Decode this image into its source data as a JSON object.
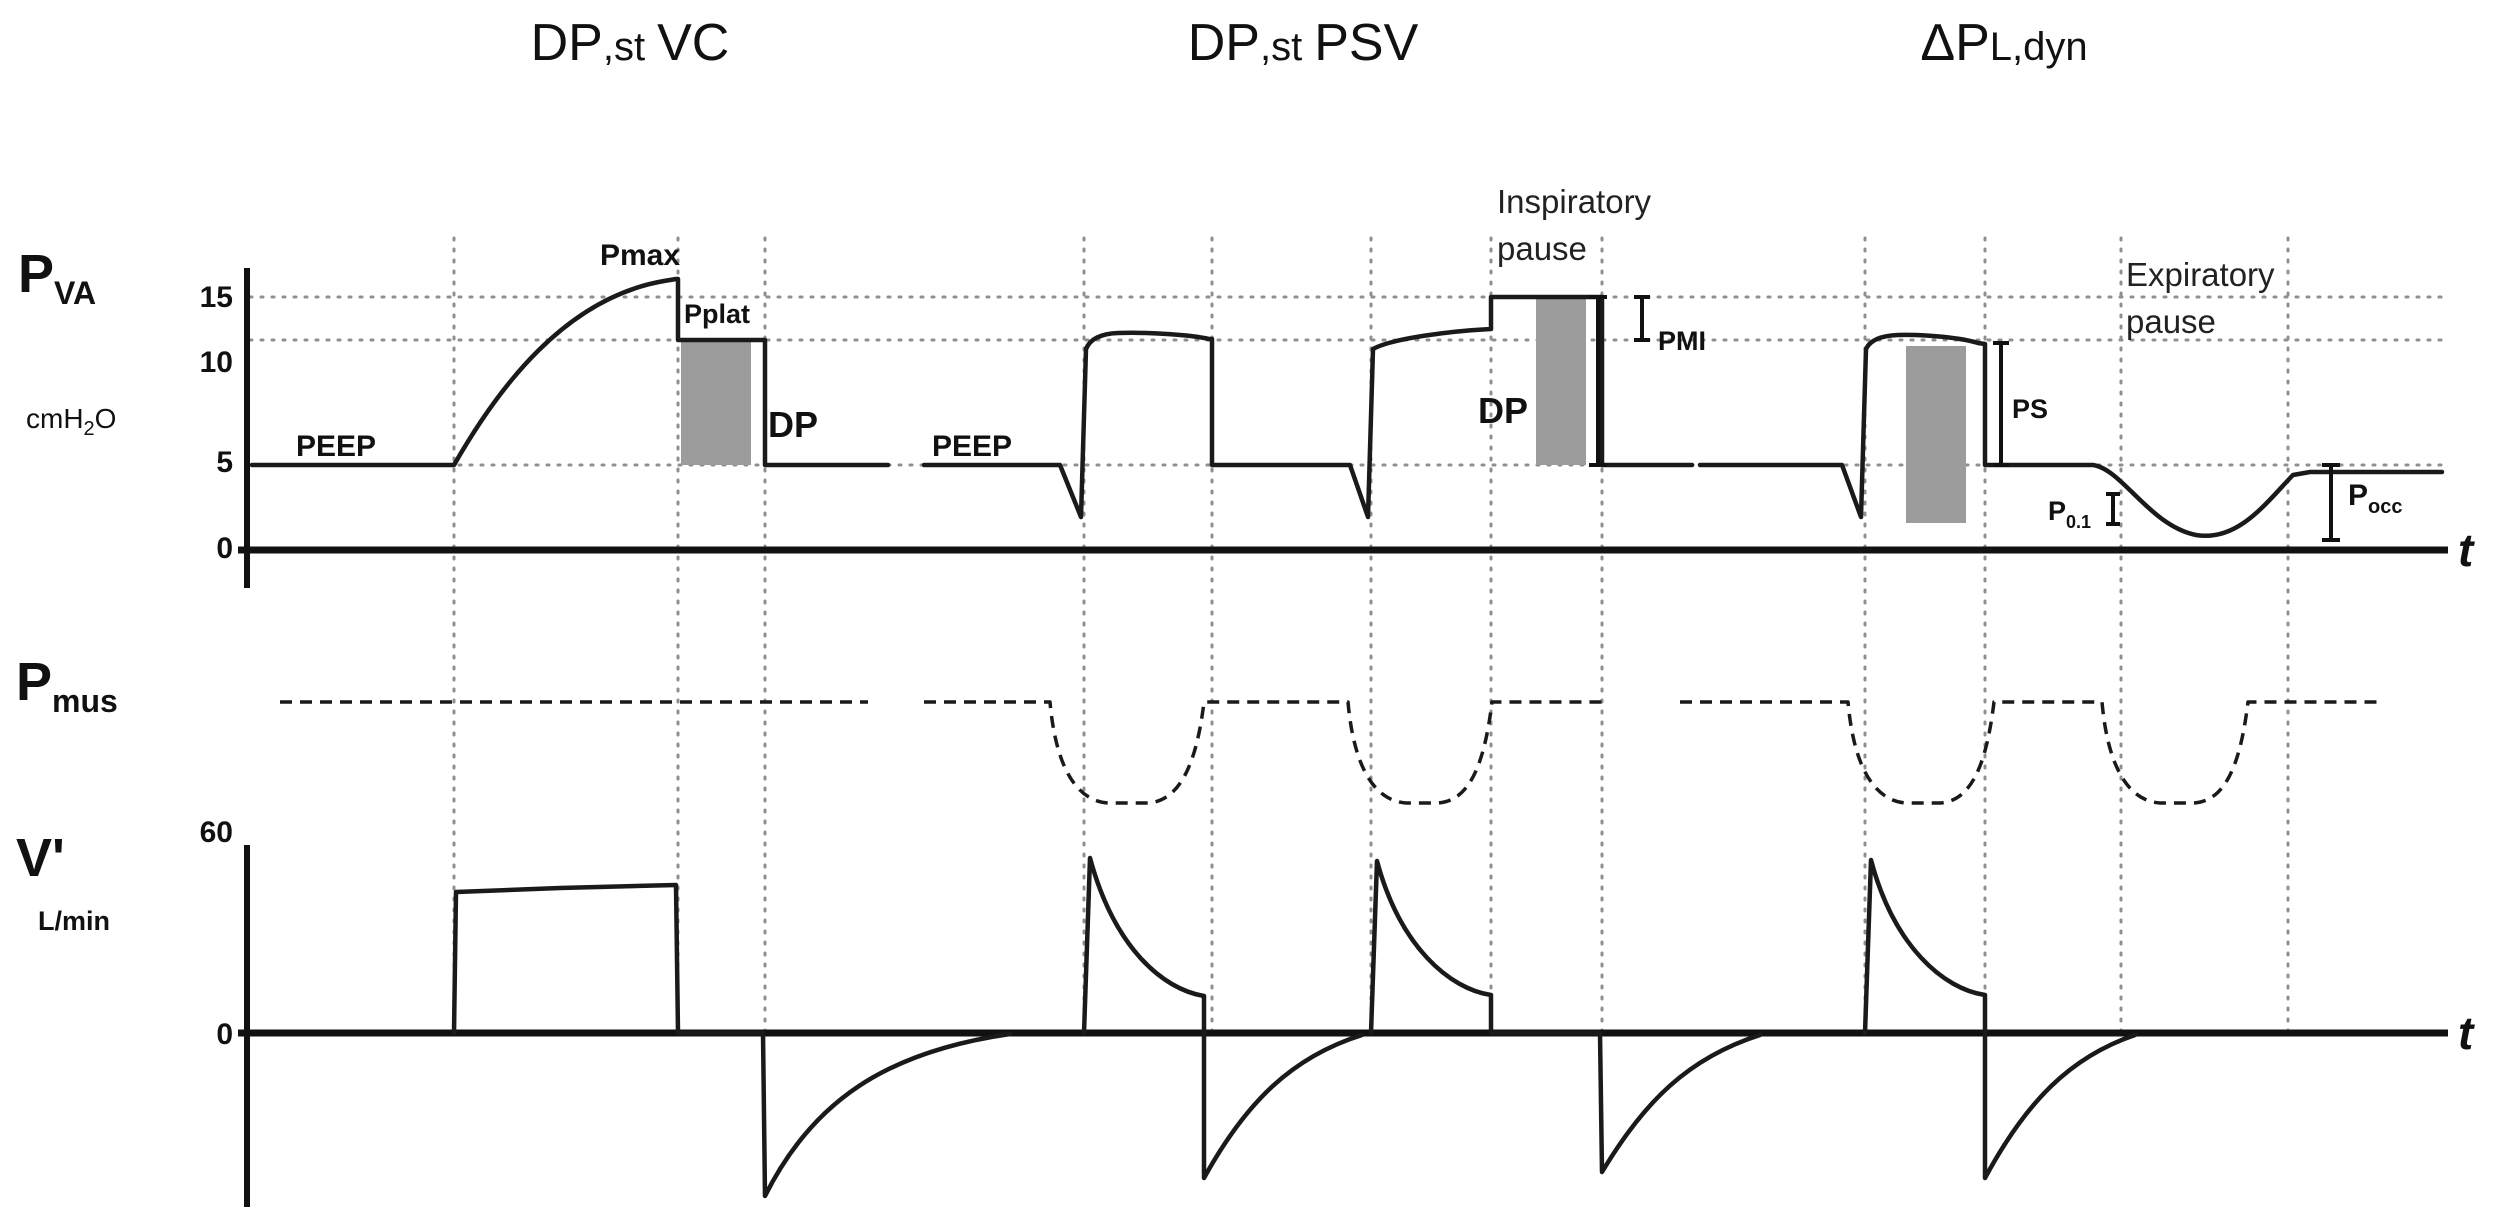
{
  "titles": {
    "p1_main": "DP",
    "p1_sub": ",st",
    "p1_tail": "VC",
    "p2_main": "DP",
    "p2_sub": ",st",
    "p2_tail": "PSV",
    "p3_main": "ΔP",
    "p3_sub": "L,dyn"
  },
  "pressure_axis": {
    "label_main": "P",
    "label_sub": "VA",
    "units_a": "cmH",
    "units_sub": "2",
    "units_b": "O",
    "tick_15": "15",
    "tick_10": "10",
    "tick_5": "5",
    "tick_0": "0",
    "t_label": "t"
  },
  "pmus_axis": {
    "label_main": "P",
    "label_sub": "mus"
  },
  "flow_axis": {
    "label": "V'",
    "units": "L/min",
    "tick_60": "60",
    "tick_0": "0",
    "t_label": "t"
  },
  "annotations": {
    "peep_1": "PEEP",
    "pmax": "Pmax",
    "pplat": "Pplat",
    "dp_1": "DP",
    "peep_2": "PEEP",
    "insp_pause_1": "Inspiratory",
    "insp_pause_2": "pause",
    "dp_2": "DP",
    "pmi": "PMI",
    "ps": "PS",
    "exp_pause_1": "Expiratory",
    "exp_pause_2": "pause",
    "p01_main": "P",
    "p01_sub": "0.1",
    "pocc_main": "P",
    "pocc_sub": "occ"
  },
  "colors": {
    "trace": "#1a1a1a",
    "grid": "#8f8f8f",
    "shade": "#9c9c9c",
    "background": "#ffffff"
  }
}
